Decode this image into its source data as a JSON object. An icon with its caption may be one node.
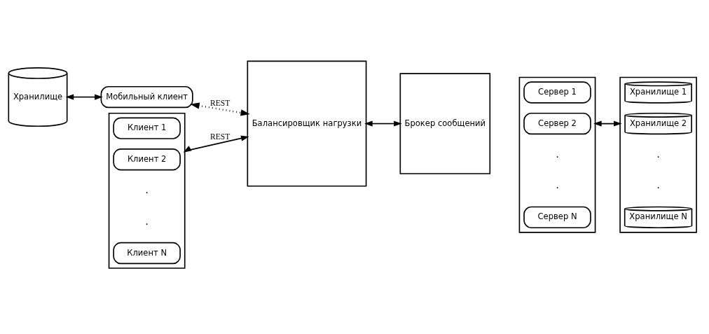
{
  "diagram": {
    "nodes": [
      {
        "text": [
          "Хранилище"
        ]
      },
      {
        "text": [
          "Мобильный клиент"
        ]
      },
      {
        "text": [],
        "shape": "box"
      },
      {
        "text": [
          "Клиент 1"
        ],
        "in": 2
      },
      {
        "text": [
          "Клиент 2"
        ],
        "in": 2
      },
      {
        "text": [
          "Клиент N"
        ],
        "in": 2
      },
      {
        "text": [
          "Балансировщик нагрузки"
        ]
      },
      {
        "text": [
          "Брокер сообщений"
        ]
      },
      {
        "text": [],
        "shape": "box"
      },
      {
        "text": [
          "Сервер 1"
        ],
        "in": 8
      },
      {
        "text": [
          "Сервер 2"
        ],
        "in": 8
      },
      {
        "text": [
          "Сервер N"
        ],
        "in": 8
      },
      {
        "text": [],
        "shape": "box"
      },
      {
        "text": [
          "Хранилище 1"
        ],
        "in": 12
      },
      {
        "text": [
          "Хранилище 2"
        ],
        "in": 12
      },
      {
        "text": [
          "Хранилище N"
        ],
        "in": 12
      }
    ],
    "edges": [
      {
        "from": 0,
        "to": 1,
        "arrow": "both"
      },
      {
        "from": 1,
        "to": 6,
        "arrow": "both",
        "label": "REST",
        "style": "dashed"
      },
      {
        "from": 2,
        "to": 6,
        "arrow": "both",
        "label": "REST"
      },
      {
        "from": 6,
        "to": 7,
        "arrow": "both"
      },
      {
        "from": 8,
        "to": 12,
        "arrow": "both"
      }
    ],
    "labels": [
      ".",
      ".",
      ".",
      ".",
      ".",
      "."
    ]
  }
}
